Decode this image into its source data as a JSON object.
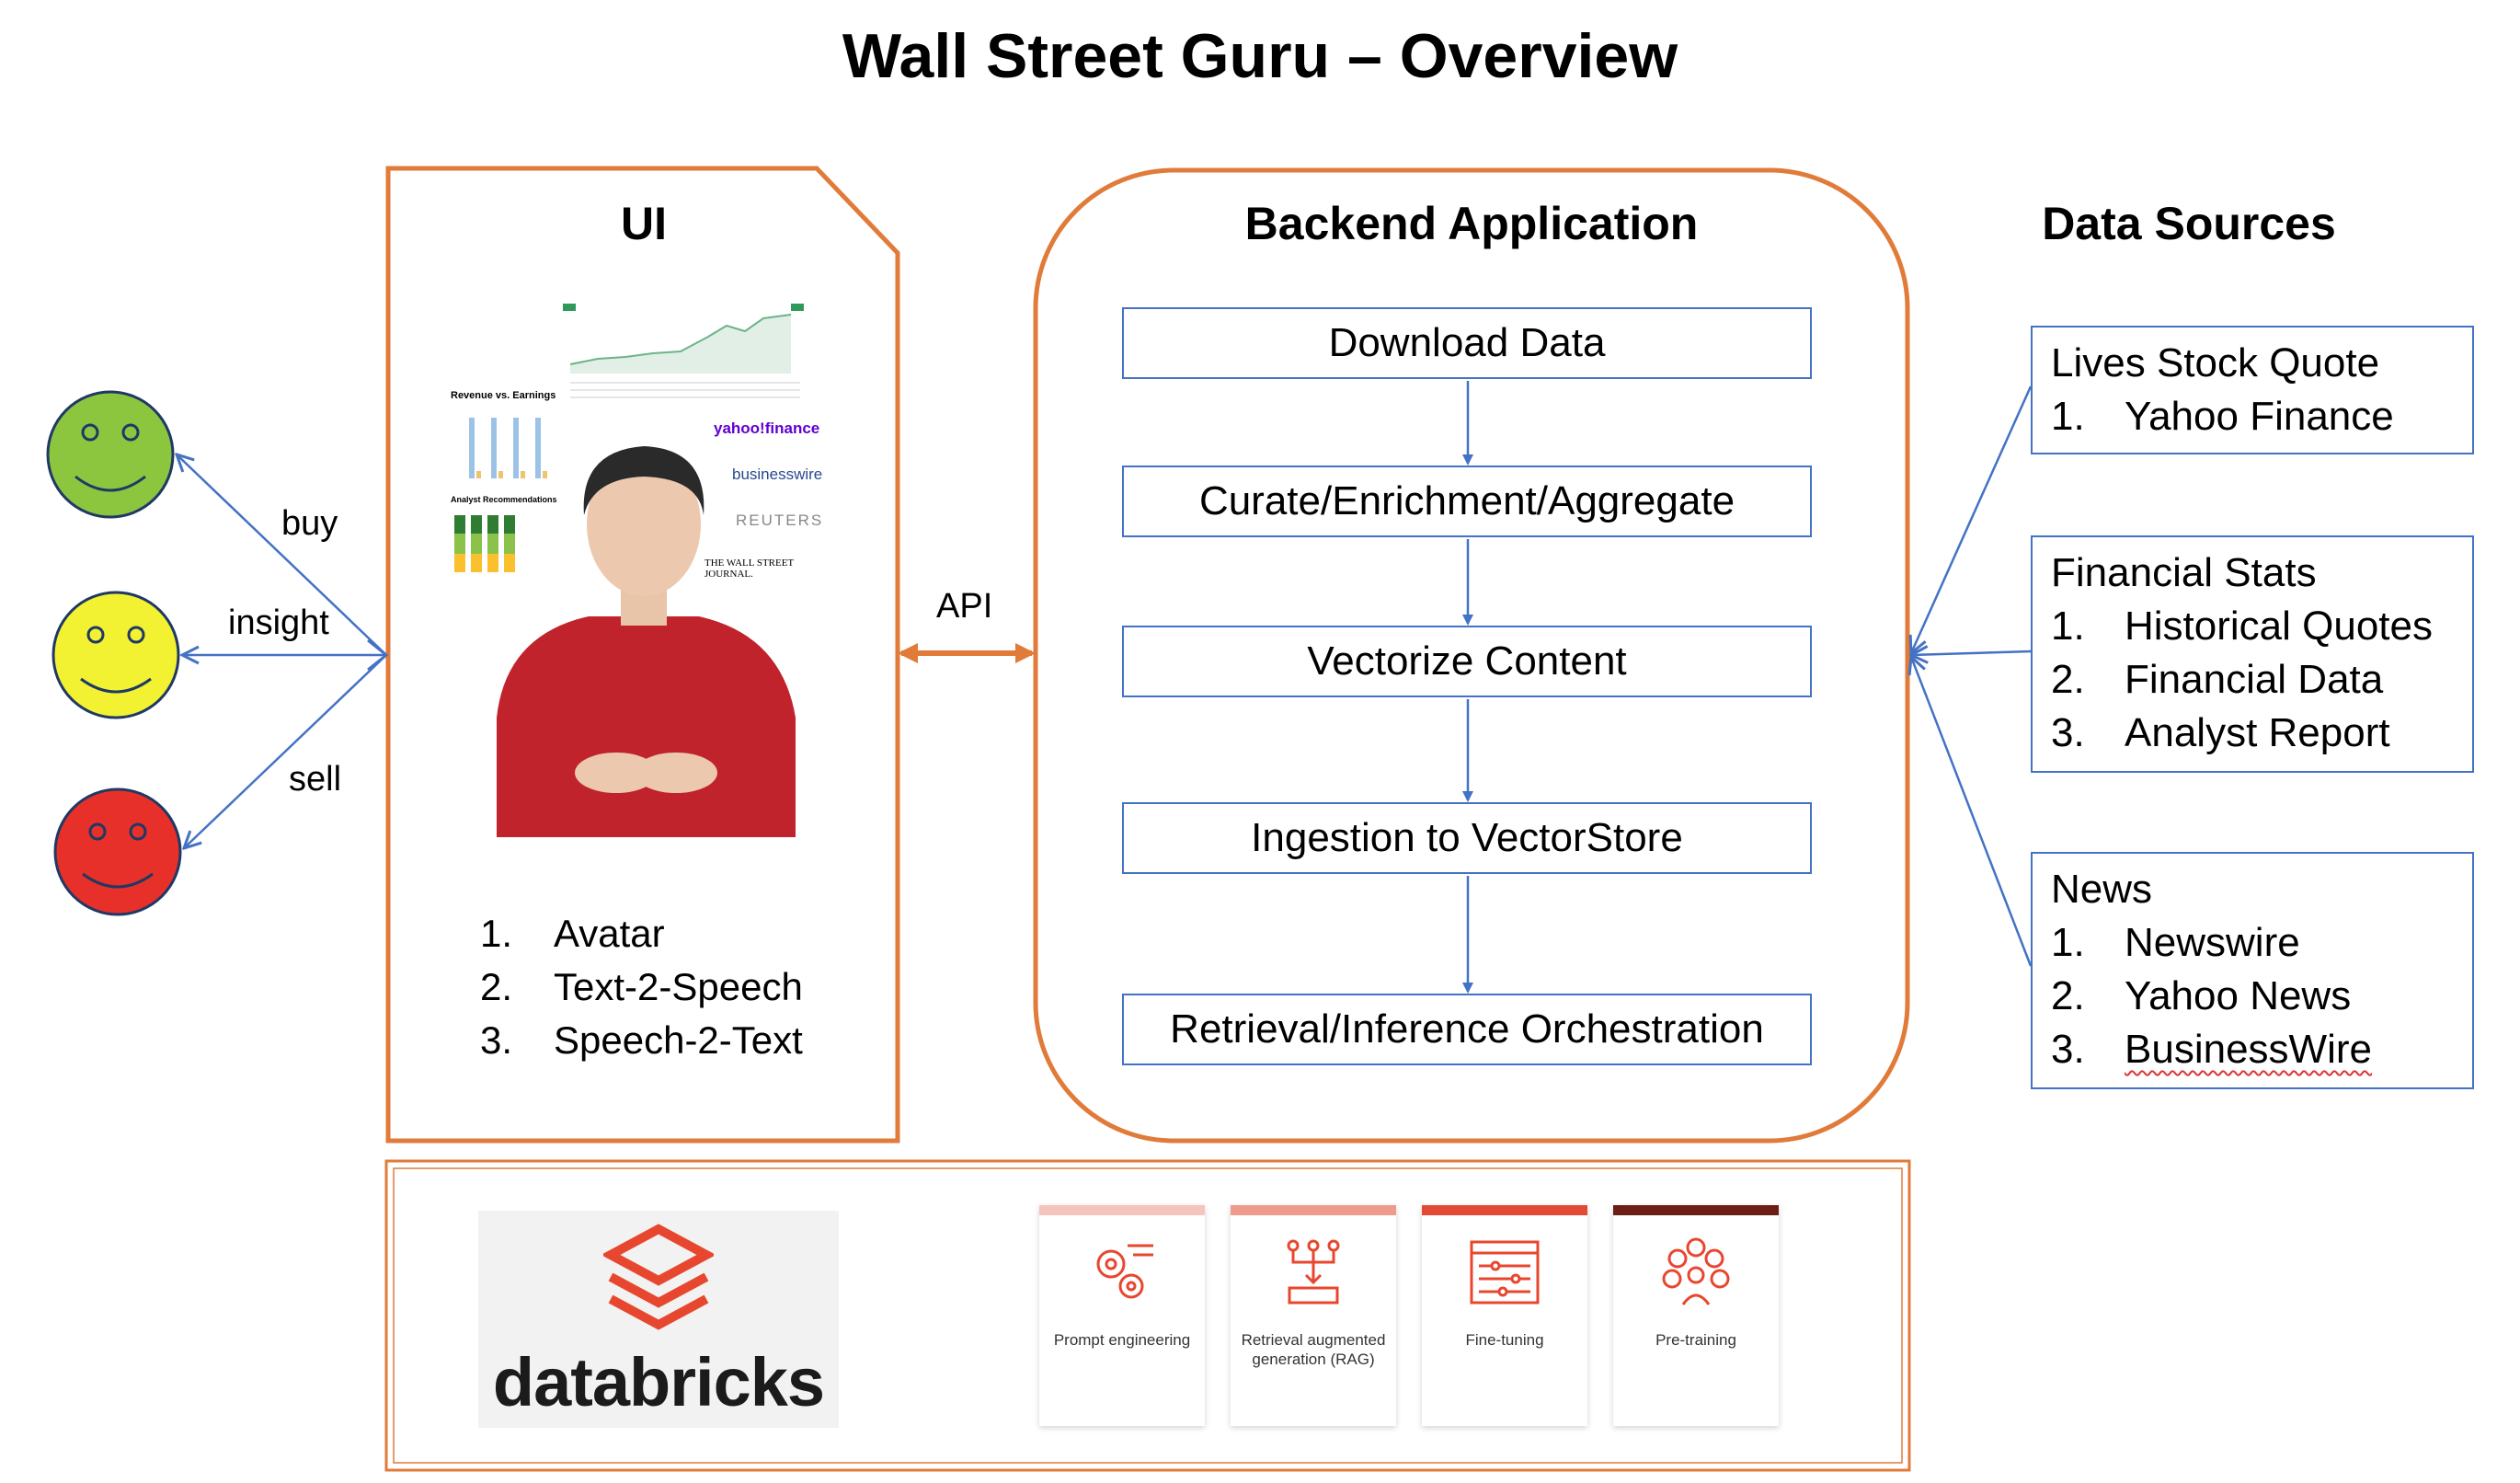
{
  "title": "Wall Street Guru – Overview",
  "ui_panel": {
    "heading": "UI",
    "items": [
      {
        "num": "1.",
        "label": "Avatar"
      },
      {
        "num": "2.",
        "label": "Text-2-Speech"
      },
      {
        "num": "3.",
        "label": "Speech-2-Text"
      }
    ],
    "screenshot": {
      "chart_title": "Revenue vs. Earnings",
      "analyst_title": "Analyst Recommendations",
      "logos": [
        "yahoo!finance",
        "businesswire",
        "REUTERS",
        "THE WALL STREET JOURNAL."
      ]
    }
  },
  "api_label": "API",
  "backend": {
    "heading": "Backend Application",
    "steps": [
      "Download Data",
      "Curate/Enrichment/Aggregate",
      "Vectorize Content",
      "Ingestion to VectorStore",
      "Retrieval/Inference Orchestration"
    ]
  },
  "data_sources": {
    "heading": "Data Sources",
    "groups": [
      {
        "title": "Lives Stock Quote",
        "items": [
          {
            "num": "1.",
            "label": "Yahoo Finance"
          }
        ]
      },
      {
        "title": "Financial Stats",
        "items": [
          {
            "num": "1.",
            "label": "Historical Quotes"
          },
          {
            "num": "2.",
            "label": "Financial Data"
          },
          {
            "num": "3.",
            "label": "Analyst Report"
          }
        ]
      },
      {
        "title": "News",
        "items": [
          {
            "num": "1.",
            "label": "Newswire"
          },
          {
            "num": "2.",
            "label": "Yahoo News"
          },
          {
            "num": "3.",
            "label": "BusinessWire"
          }
        ]
      }
    ]
  },
  "users": [
    {
      "mood": "buy",
      "color": "#8cc63f"
    },
    {
      "mood": "insight",
      "color": "#f2f233"
    },
    {
      "mood": "sell",
      "color": "#e8302a"
    }
  ],
  "platform": {
    "brand": "databricks",
    "tiles": [
      {
        "label": "Prompt engineering",
        "icon": "gears-icon",
        "bar_color": "#f6c4bd"
      },
      {
        "label": "Retrieval augmented generation (RAG)",
        "icon": "retrieval-icon",
        "bar_color": "#ee9a8d"
      },
      {
        "label": "Fine-tuning",
        "icon": "sliders-icon",
        "bar_color": "#e34a33"
      },
      {
        "label": "Pre-training",
        "icon": "brain-icon",
        "bar_color": "#6b1e14"
      }
    ]
  },
  "colors": {
    "accent_orange": "#e07b39",
    "connector_blue": "#4472c4",
    "brand_red": "#e8472f"
  }
}
